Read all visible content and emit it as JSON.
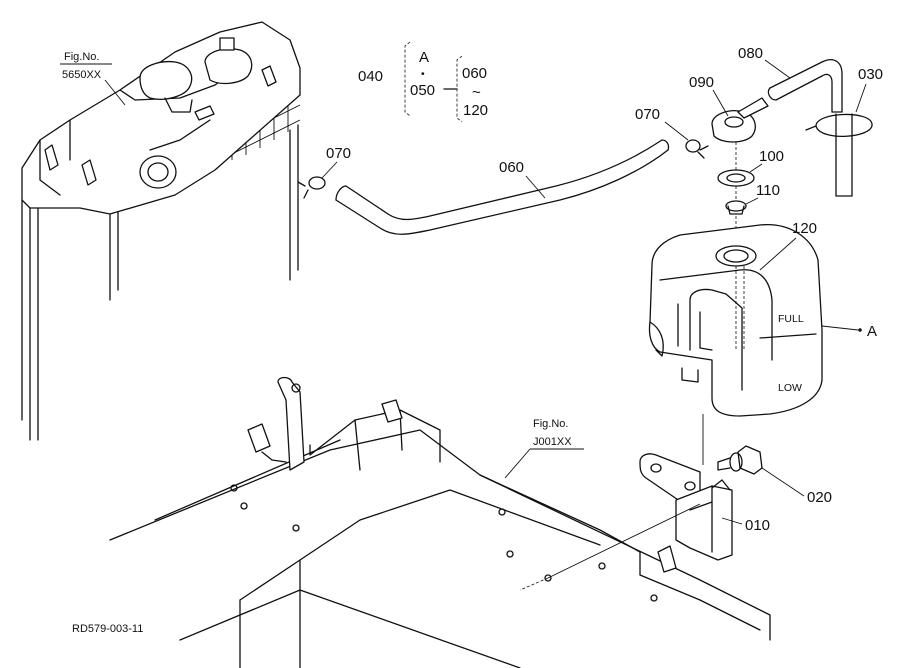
{
  "callouts": {
    "p010": "010",
    "p020": "020",
    "p030": "030",
    "p040": "040",
    "p050": "050",
    "p060": "060",
    "p060_range": "060",
    "p070_left": "070",
    "p070_right": "070",
    "p080": "080",
    "p090": "090",
    "p100": "100",
    "p110": "110",
    "p120": "120",
    "p120_range": "120",
    "range_sep": "~",
    "group_letter": "A",
    "group_dot": "•"
  },
  "refs": {
    "radiator_fig_label": "Fig.No.",
    "radiator_fig_no": "5650XX",
    "frame_fig_label": "Fig.No.",
    "frame_fig_no": "J001XX",
    "view_a": "A"
  },
  "tank_marks": {
    "full": "FULL",
    "low": "LOW"
  },
  "drawing_code": "RD579-003-11"
}
